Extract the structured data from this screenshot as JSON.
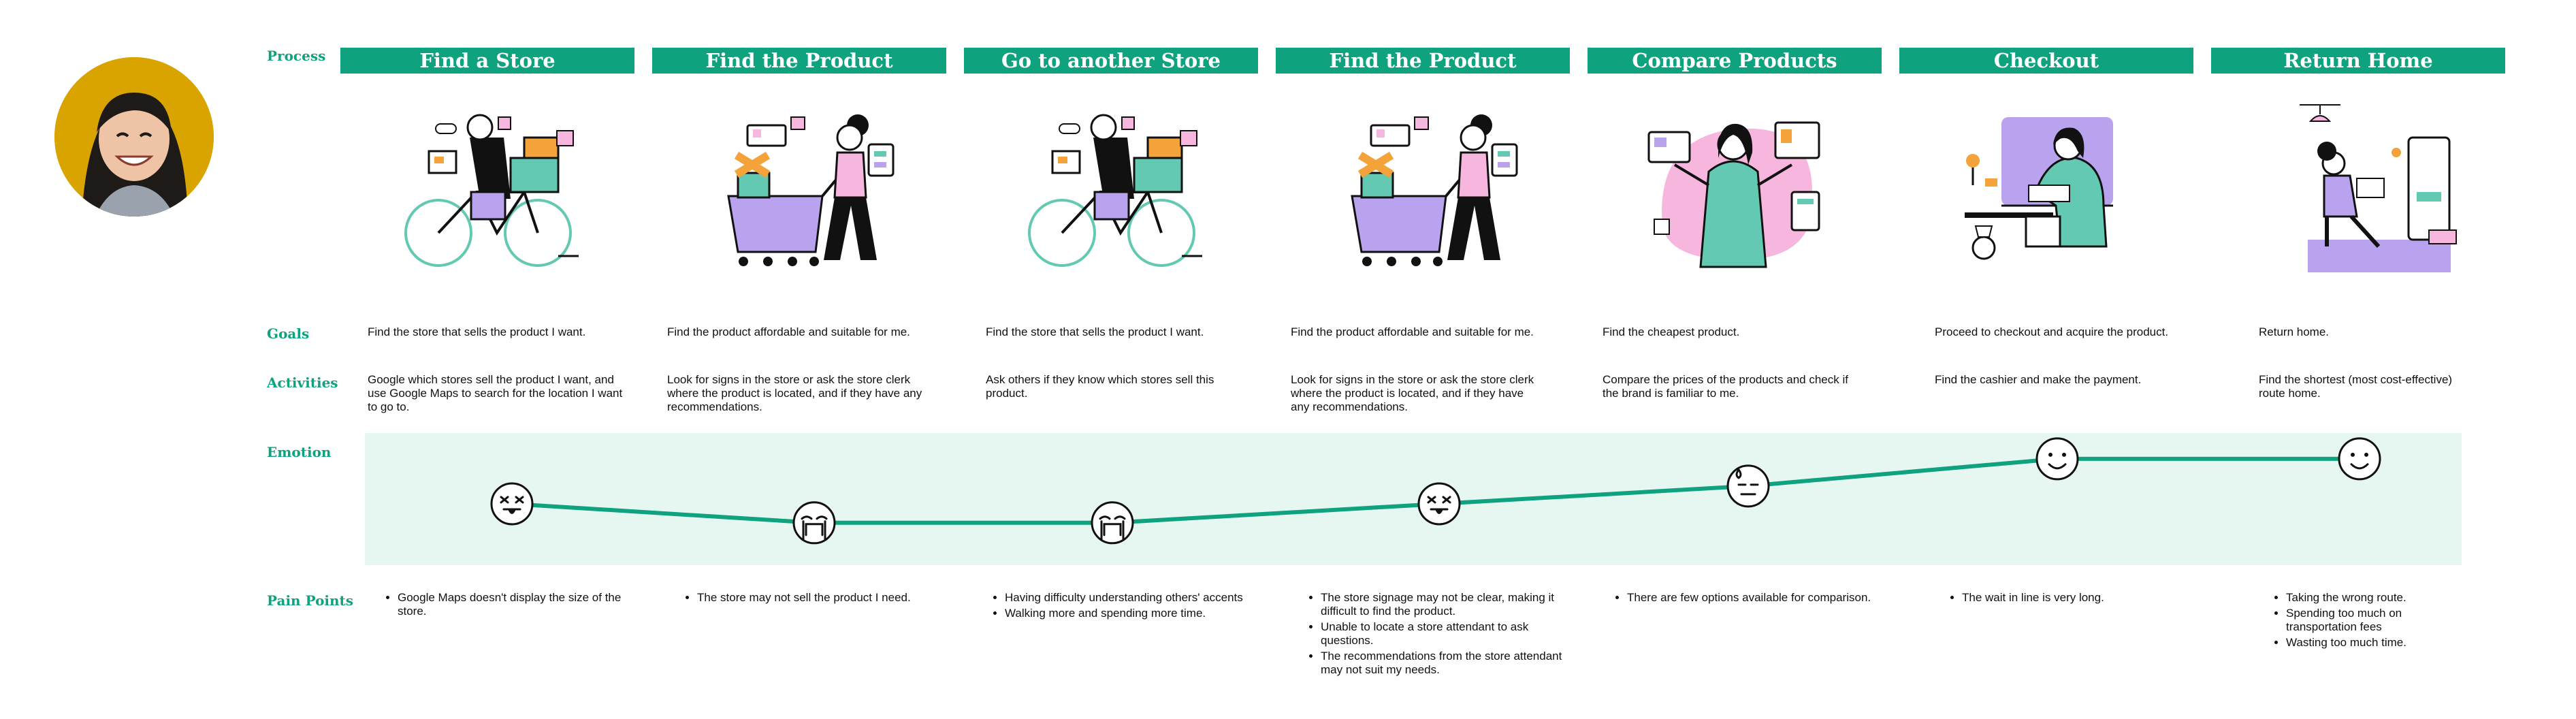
{
  "labels": {
    "process": "Process",
    "goals": "Goals",
    "activities": "Activities",
    "emotion": "Emotion",
    "pain_points": "Pain Points"
  },
  "colors": {
    "accent": "#0ea27f",
    "band": "#e6f6f1",
    "avatar_bg": "#d9a400",
    "purple": "#b9a3ee",
    "teal": "#63c9b2",
    "pink": "#f6b6dd"
  },
  "phases": [
    {
      "title": "Find a Store",
      "illustration": "person-riding-bicycle",
      "goal": "Find the store that sells the product I want.",
      "activity": "Google which stores sell the product I want, and use Google Maps to search for the location I want to go to.",
      "emotion": "tongue-out-face",
      "emotion_level": 0.46,
      "pain_points": [
        "Google Maps doesn't display the size of the store."
      ]
    },
    {
      "title": "Find the Product",
      "illustration": "person-pushing-cart",
      "goal": "Find the product affordable and suitable for me.",
      "activity": "Look for signs in the store or ask the store clerk where the product is located, and if they have any recommendations.",
      "emotion": "crying-face",
      "emotion_level": 0.3,
      "pain_points": [
        "The store may not sell the product I need."
      ]
    },
    {
      "title": "Go to another Store",
      "illustration": "person-riding-bicycle",
      "goal": "Find the store that sells the product I want.",
      "activity": "Ask others if they know which stores sell this product.",
      "emotion": "crying-face",
      "emotion_level": 0.3,
      "pain_points": [
        "Having difficulty understanding others' accents",
        "Walking more and spending more time."
      ]
    },
    {
      "title": "Find the Product",
      "illustration": "person-pushing-cart",
      "goal": "Find the product affordable and suitable for me.",
      "activity": "Look for signs in the store or ask the store clerk where the product is located, and if they have any recommendations.",
      "emotion": "tongue-out-face",
      "emotion_level": 0.46,
      "pain_points": [
        "The store signage may not be clear, making it difficult to find the product.",
        "Unable to locate a store attendant to ask questions.",
        "The recommendations from the store attendant may not suit my needs."
      ]
    },
    {
      "title": "Compare Products",
      "illustration": "person-comparing-items",
      "goal": "Find the cheapest product.",
      "activity": "Compare the prices of the products and check if the brand is familiar to me.",
      "emotion": "sweat-face",
      "emotion_level": 0.61,
      "pain_points": [
        "There are few options available for comparison."
      ]
    },
    {
      "title": "Checkout",
      "illustration": "person-paying-cashier",
      "goal": "Proceed to checkout and acquire the product.",
      "activity": "Find the cashier and make the payment.",
      "emotion": "smiling-face",
      "emotion_level": 0.84,
      "pain_points": [
        "The wait in line is very long."
      ]
    },
    {
      "title": "Return Home",
      "illustration": "person-at-home",
      "goal": "Return home.",
      "activity": "Find the shortest (most cost-effective) route home.",
      "emotion": "smiling-face",
      "emotion_level": 0.84,
      "pain_points": [
        "Taking the wrong route.",
        "Spending too much on transportation fees",
        "Wasting too much time."
      ]
    }
  ]
}
